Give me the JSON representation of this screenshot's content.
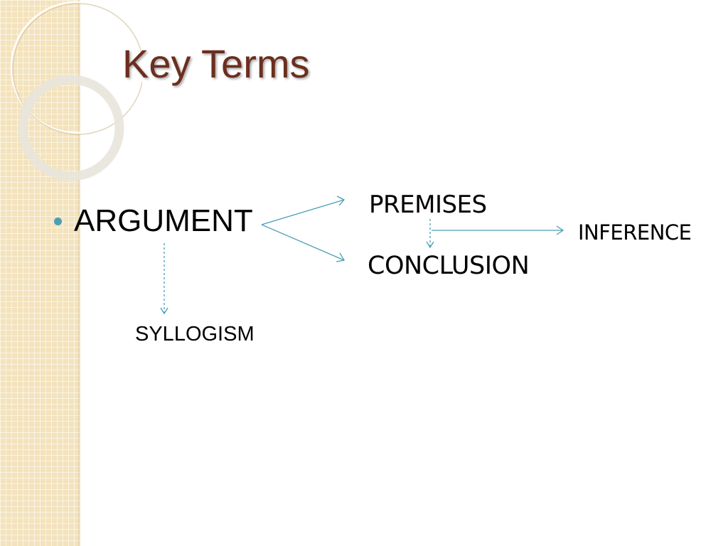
{
  "slide": {
    "title": "Key Terms"
  },
  "terms": {
    "argument": "ARGUMENT",
    "premises": "PREMISES",
    "conclusion": "CONCLUSION",
    "inference": "INFERENCE",
    "syllogism": "SYLLOGISM"
  },
  "colors": {
    "title": "#6b2e1f",
    "accent": "#4a9fb5",
    "sidebar": "#f3e3bd"
  }
}
